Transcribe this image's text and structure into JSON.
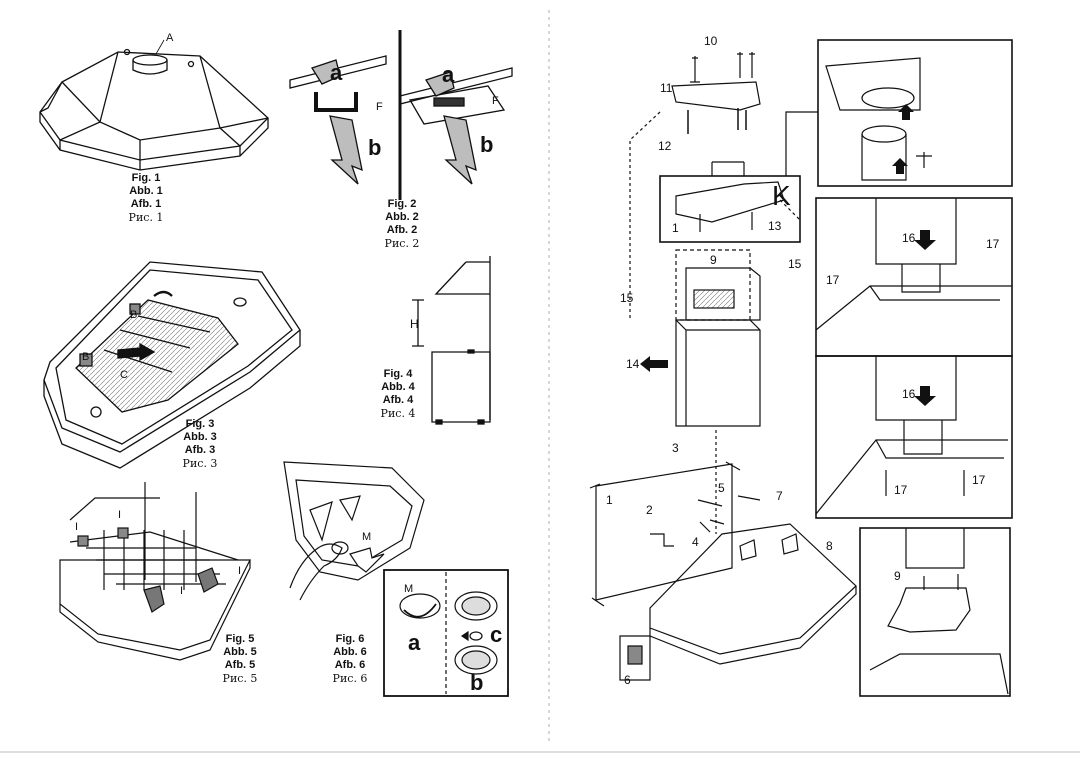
{
  "captions": {
    "fig1": [
      "Fig. 1",
      "Abb. 1",
      "Afb. 1",
      "Рис. 1"
    ],
    "fig2": [
      "Fig. 2",
      "Abb. 2",
      "Afb. 2",
      "Рис. 2"
    ],
    "fig3": [
      "Fig. 3",
      "Abb. 3",
      "Afb. 3",
      "Рис. 3"
    ],
    "fig4": [
      "Fig. 4",
      "Abb. 4",
      "Afb. 4",
      "Рис. 4"
    ],
    "fig5": [
      "Fig. 5",
      "Abb. 5",
      "Afb. 5",
      "Рис. 5"
    ],
    "fig6": [
      "Fig. 6",
      "Abb. 6",
      "Afb. 6",
      "Рис. 6"
    ]
  },
  "labels": {
    "A": "A",
    "a": "a",
    "b": "b",
    "F": "F",
    "B": "B",
    "C": "C",
    "H": "H",
    "I": "I",
    "M": "M",
    "c": "c",
    "K": "K",
    "n1": "1",
    "n2": "2",
    "n3": "3",
    "n4": "4",
    "n5": "5",
    "n6": "6",
    "n7": "7",
    "n8": "8",
    "n9": "9",
    "n10": "10",
    "n11": "11",
    "n12": "12",
    "n13": "13",
    "n14": "14",
    "n15": "15",
    "n16": "16",
    "n17": "17"
  },
  "colors": {
    "ink": "#111111",
    "arrow_fill": "#bdbdbd",
    "filter_fill": "#e6e6e6"
  }
}
